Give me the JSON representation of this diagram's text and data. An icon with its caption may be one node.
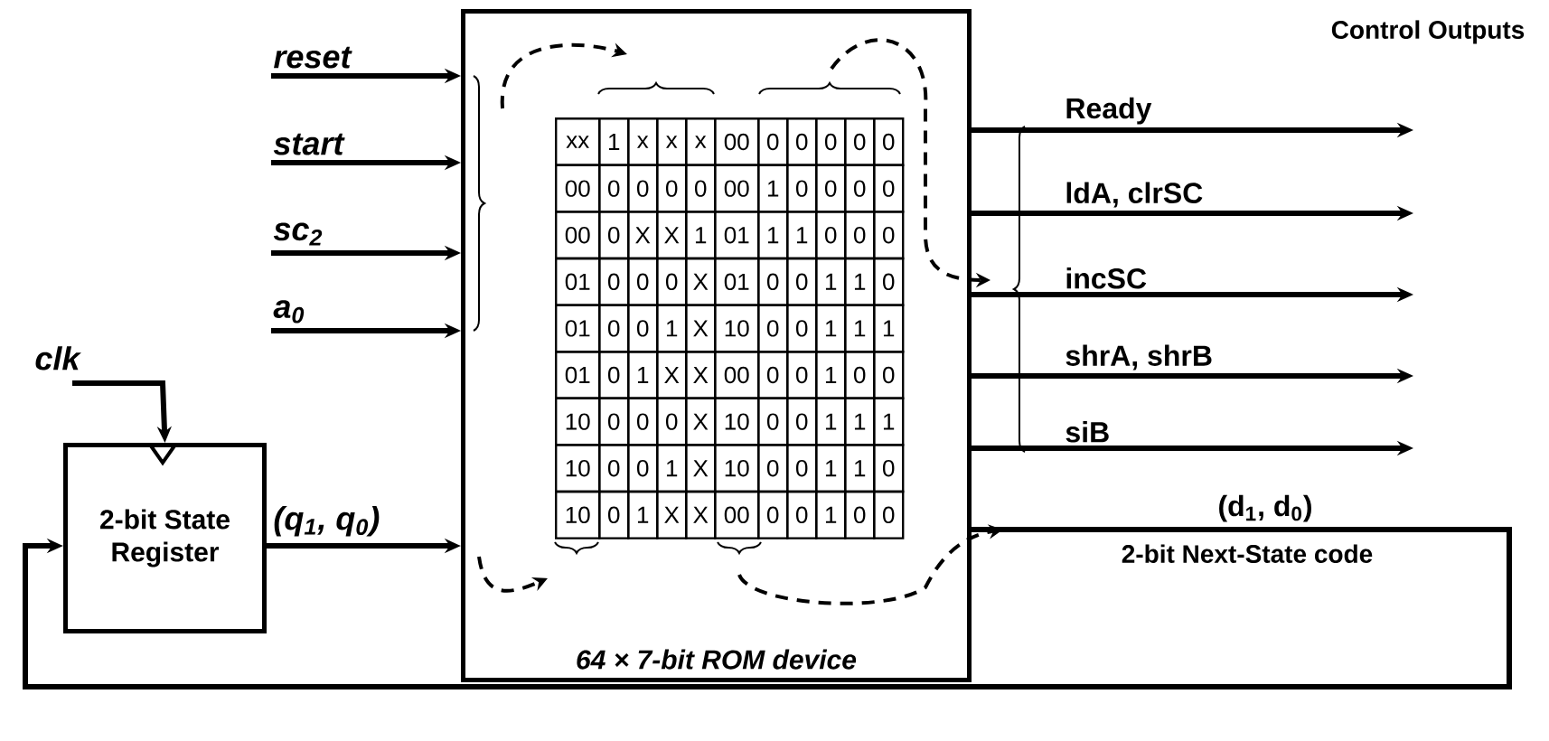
{
  "diagram": {
    "nodes": [
      {
        "text": [
          "64 × 7-bit ROM device"
        ]
      },
      {
        "text": [
          "2-bit State Register"
        ]
      }
    ],
    "edges": [
      {
        "from": null,
        "to": 0,
        "arrow": "to",
        "label": "reset"
      },
      {
        "from": null,
        "to": 0,
        "arrow": "to",
        "label": "start"
      },
      {
        "from": null,
        "to": 0,
        "arrow": "to",
        "label": "sc$_{2}$"
      },
      {
        "from": null,
        "to": 0,
        "arrow": "to",
        "label": "a$_{0}$"
      },
      {
        "from": null,
        "to": 1,
        "arrow": "to",
        "label": "clk"
      },
      {
        "from": 1,
        "to": 0,
        "arrow": "to",
        "label": "(q$_{1}$, q$_{0}$)"
      },
      {
        "from": 0,
        "to": null,
        "arrow": "to",
        "label": "Ready"
      },
      {
        "from": 0,
        "to": null,
        "arrow": "to",
        "label": "ldA, clrSC"
      },
      {
        "from": 0,
        "to": null,
        "arrow": "to",
        "label": "incSC"
      },
      {
        "from": 0,
        "to": null,
        "arrow": "to",
        "label": "shrA, shrB"
      },
      {
        "from": 0,
        "to": null,
        "arrow": "to",
        "label": "siB"
      },
      {
        "from": 0,
        "to": 1,
        "arrow": "to",
        "label": "(d$_{1}$, d$_{0}$)"
      }
    ],
    "labels": [
      "Control Outputs",
      "2-bit Next-State code",
      "xx",
      "1",
      "x",
      "x",
      "x",
      "00",
      "0",
      "0",
      "0",
      "0",
      "0",
      "00",
      "0",
      "0",
      "0",
      "0",
      "00",
      "1",
      "0",
      "0",
      "0",
      "0",
      "00",
      "0",
      "X",
      "X",
      "1",
      "01",
      "1",
      "1",
      "0",
      "0",
      "0",
      "01",
      "0",
      "0",
      "0",
      "X",
      "01",
      "0",
      "0",
      "1",
      "1",
      "0",
      "01",
      "0",
      "0",
      "1",
      "X",
      "10",
      "0",
      "0",
      "1",
      "1",
      "1",
      "01",
      "0",
      "1",
      "X",
      "X",
      "00",
      "0",
      "0",
      "1",
      "0",
      "0",
      "10",
      "0",
      "0",
      "0",
      "X",
      "10",
      "0",
      "0",
      "1",
      "1",
      "1",
      "10",
      "0",
      "0",
      "1",
      "X",
      "10",
      "0",
      "0",
      "1",
      "1",
      "0",
      "10",
      "0",
      "1",
      "X",
      "X",
      "00",
      "0",
      "0",
      "1",
      "0",
      "0"
    ]
  }
}
